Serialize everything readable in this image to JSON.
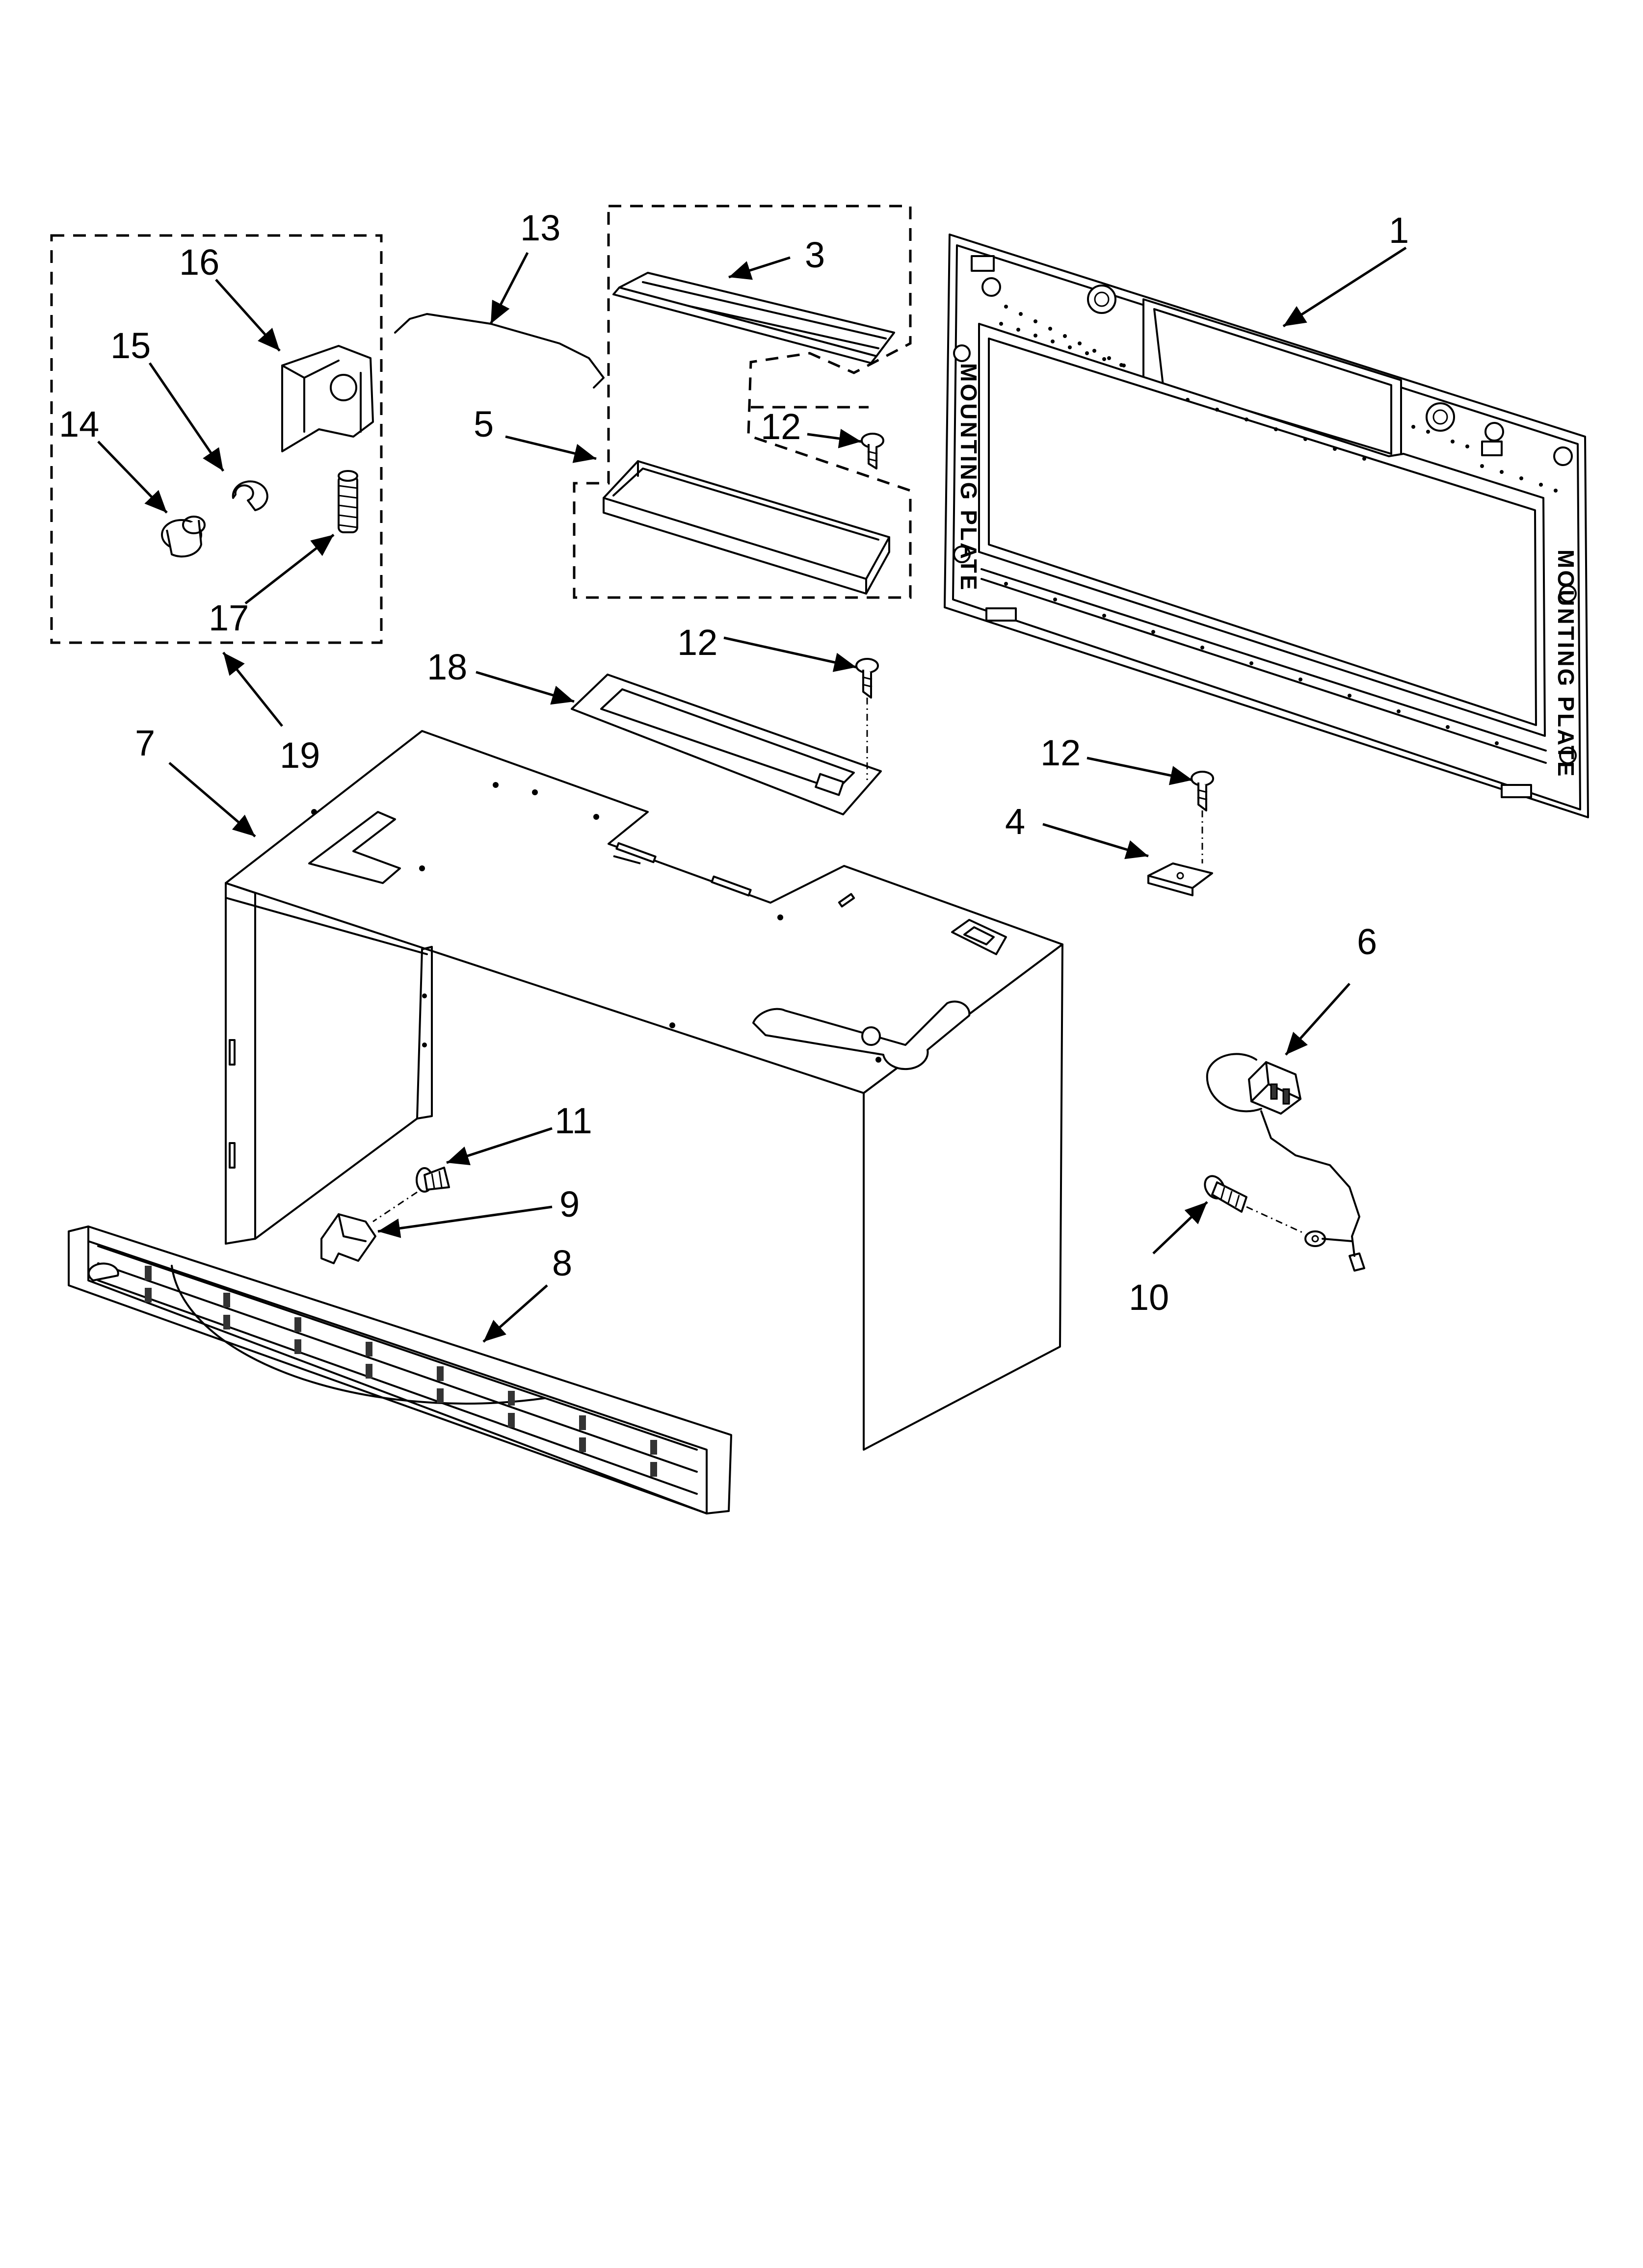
{
  "diagram": {
    "callouts": [
      {
        "id": "1",
        "label": "1"
      },
      {
        "id": "3",
        "label": "3"
      },
      {
        "id": "4",
        "label": "4"
      },
      {
        "id": "5",
        "label": "5"
      },
      {
        "id": "6",
        "label": "6"
      },
      {
        "id": "7",
        "label": "7"
      },
      {
        "id": "8",
        "label": "8"
      },
      {
        "id": "9",
        "label": "9"
      },
      {
        "id": "10",
        "label": "10"
      },
      {
        "id": "11",
        "label": "11"
      },
      {
        "id": "12a",
        "label": "12"
      },
      {
        "id": "12b",
        "label": "12"
      },
      {
        "id": "12c",
        "label": "12"
      },
      {
        "id": "13",
        "label": "13"
      },
      {
        "id": "14",
        "label": "14"
      },
      {
        "id": "15",
        "label": "15"
      },
      {
        "id": "16",
        "label": "16"
      },
      {
        "id": "17",
        "label": "17"
      },
      {
        "id": "18",
        "label": "18"
      },
      {
        "id": "19",
        "label": "19"
      }
    ],
    "plate_text_top": "MOUNTING PLATE",
    "plate_text_bottom": "MOUNTING PLATE"
  }
}
